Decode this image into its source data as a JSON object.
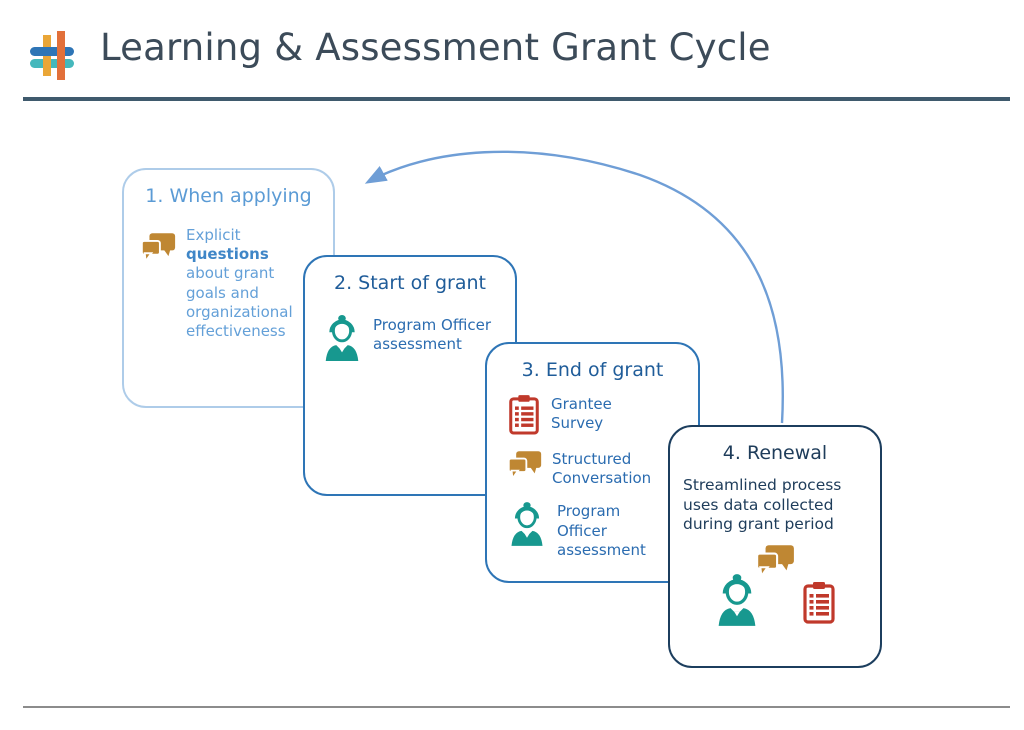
{
  "header": {
    "title": "Learning & Assessment Grant Cycle",
    "logo_icon": "hash-weave-logo-icon",
    "logo_colors": {
      "blue": "#2e75b6",
      "teal": "#45b8bc",
      "amber": "#eaa637",
      "orange": "#e2703a"
    },
    "rule_color": "#3f5a6d"
  },
  "diagram": {
    "arrow": {
      "name": "cycle-return-arrow",
      "color": "#6f9ed6",
      "from_card": "4. Renewal",
      "to_card": "1. When applying"
    },
    "cards": [
      {
        "title": "1. When applying",
        "border_color": "#aecce9",
        "items": [
          {
            "icon": "chat-bubbles-icon",
            "text_prefix": "Explicit ",
            "text_bold": "questions",
            "text_suffix": " about grant goals and organizational effectiveness"
          }
        ]
      },
      {
        "title": "2. Start of grant",
        "border_color": "#2e75b6",
        "items": [
          {
            "icon": "person-icon",
            "text": "Program Officer assessment"
          }
        ]
      },
      {
        "title": "3. End of grant",
        "border_color": "#2e75b6",
        "items": [
          {
            "icon": "clipboard-icon",
            "text": "Grantee Survey"
          },
          {
            "icon": "chat-bubbles-icon",
            "text": "Structured Conversation"
          },
          {
            "icon": "person-icon",
            "text": "Program Officer assessment"
          }
        ]
      },
      {
        "title": "4. Renewal",
        "border_color": "#1c3e5e",
        "description": "Streamlined process uses data collected during grant period",
        "icons": [
          "chat-bubbles-icon",
          "person-icon",
          "clipboard-icon"
        ]
      }
    ],
    "icon_colors": {
      "chat_bubbles": "#bf8733",
      "person": "#17988f",
      "clipboard": "#c0392b"
    }
  },
  "footer": {
    "rule_color": "#8c8c8c"
  }
}
